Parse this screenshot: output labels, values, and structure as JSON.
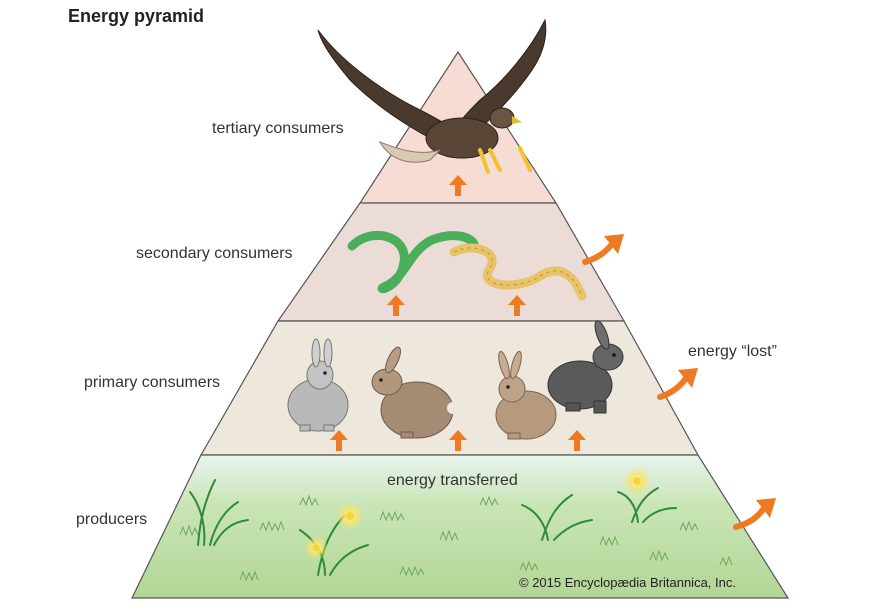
{
  "title": "Energy pyramid",
  "levels": {
    "tertiary": "tertiary consumers",
    "secondary": "secondary consumers",
    "primary": "primary consumers",
    "producers": "producers"
  },
  "annotations": {
    "energy_lost": "energy “lost”",
    "energy_transferred": "energy transferred"
  },
  "copyright": "© 2015 Encyclopædia Britannica, Inc.",
  "colors": {
    "tertiary_fill": "#f6d9d2",
    "secondary_fill": "#eadbd8",
    "primary_fill": "#ece6db",
    "producers_fill_top": "#e6f3ea",
    "producers_fill_bottom": "#b8d99a",
    "arrow": "#f07a22",
    "outline": "#333333"
  },
  "icons": [
    "eagle-icon",
    "snake-icon",
    "rabbit-icon",
    "grass-icon",
    "flower-icon",
    "arrow-up-icon",
    "energy-lost-arrow-icon"
  ]
}
